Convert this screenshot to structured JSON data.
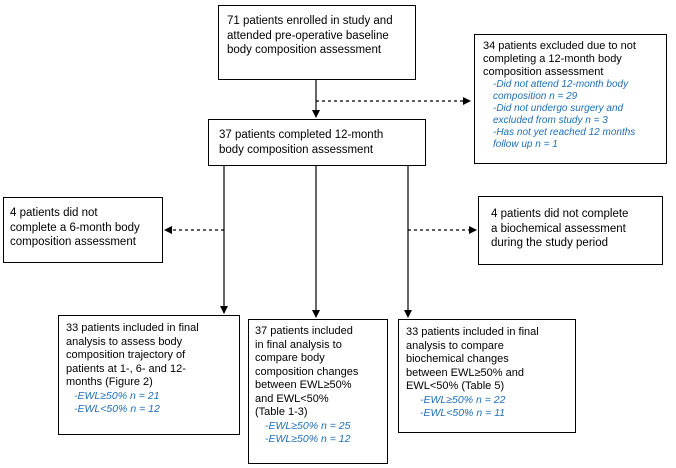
{
  "nodes": {
    "enrolled": {
      "text": "71 patients enrolled in study and\nattended pre-operative baseline\nbody composition assessment"
    },
    "excluded": {
      "text": "34 patients excluded due to not\ncompleting a 12-month body\ncomposition assessment",
      "items": [
        "-Did not attend 12-month body\ncomposition n = 29",
        "-Did not undergo surgery and\nexcluded from study n = 3",
        "-Has not yet reached 12 months\nfollow up n = 1"
      ]
    },
    "completed": {
      "text": "37 patients completed 12-month\nbody composition assessment"
    },
    "no_6month": {
      "text": "4 patients did not\ncomplete a 6-month body\ncomposition assessment"
    },
    "no_biochem": {
      "text": "4 patients did not complete\na biochemical assessment\nduring the study period"
    },
    "final_trajectory": {
      "text": "33 patients included in final\nanalysis to assess body\ncomposition trajectory of\npatients at 1-, 6- and 12-\nmonths (Figure 2)",
      "items": [
        "-EWL≥50% n = 21",
        "-EWL<50% n = 12"
      ]
    },
    "final_composition": {
      "text": "37 patients included\nin final analysis to\ncompare body\ncomposition changes\nbetween EWL≥50%\nand EWL<50%\n(Table 1-3)",
      "items": [
        "-EWL≥50% n = 25",
        "-EWL≥50% n = 12"
      ]
    },
    "final_biochemical": {
      "text": "33 patients included in final\nanalysis to compare\nbiochemical changes\nbetween EWL≥50% and\nEWL<50% (Table 5)",
      "items": [
        "-EWL≥50% n = 22",
        "-EWL<50% n = 11"
      ]
    }
  },
  "colors": {
    "subitem_text": "#1f6fb8",
    "line": "#000000"
  }
}
